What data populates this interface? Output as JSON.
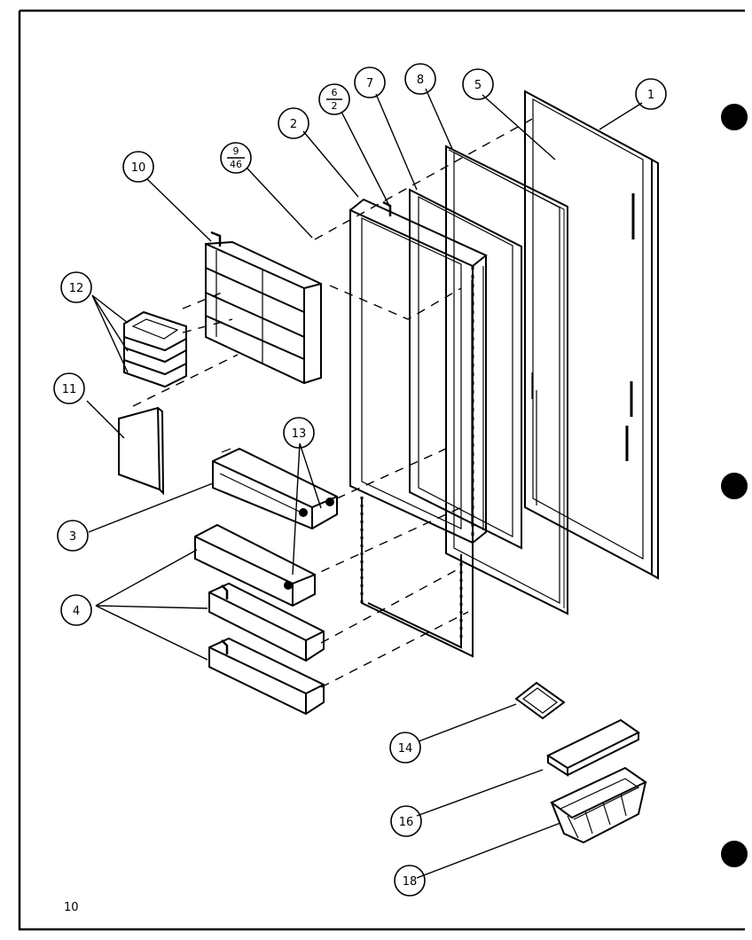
{
  "diagram": {
    "page_number": "10",
    "callouts": {
      "c1": "1",
      "c2": "2",
      "c3": "3",
      "c4": "4",
      "c5": "5",
      "c6_num": "6",
      "c6_den": "2",
      "c7": "7",
      "c8": "8",
      "c9_num": "9",
      "c9_den": "46",
      "c10": "10",
      "c11": "11",
      "c12": "12",
      "c13": "13",
      "c14": "14",
      "c16": "16",
      "c18": "18"
    }
  }
}
